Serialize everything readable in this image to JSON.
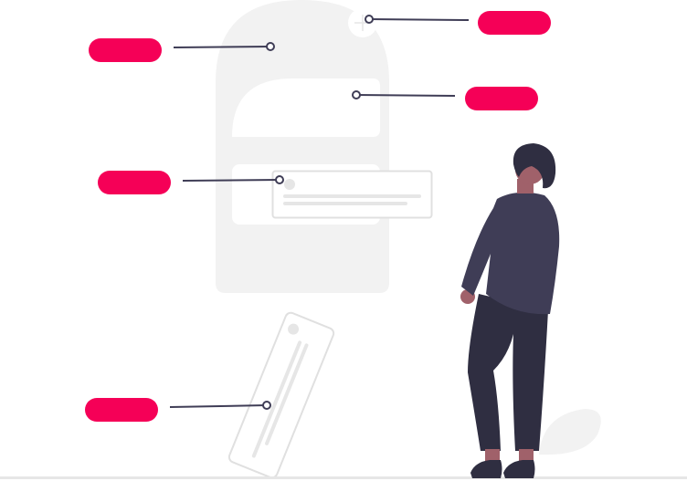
{
  "illustration": {
    "accent_color": "#f50057",
    "ink_color": "#3f3d56",
    "neutral_color": "#f2f2f2",
    "skin_color": "#a0616a",
    "hair_color": "#2f2e41",
    "icons": [
      "phone-wireframe",
      "popup-card",
      "fallen-phone",
      "person-standing",
      "leaf-plant"
    ]
  },
  "callouts": [
    {
      "id": "top-right",
      "accent_color": "#f50057"
    },
    {
      "id": "top-left",
      "accent_color": "#f50057"
    },
    {
      "id": "middle-right",
      "accent_color": "#f50057"
    },
    {
      "id": "middle-left",
      "accent_color": "#f50057"
    },
    {
      "id": "bottom-left",
      "accent_color": "#f50057"
    }
  ]
}
